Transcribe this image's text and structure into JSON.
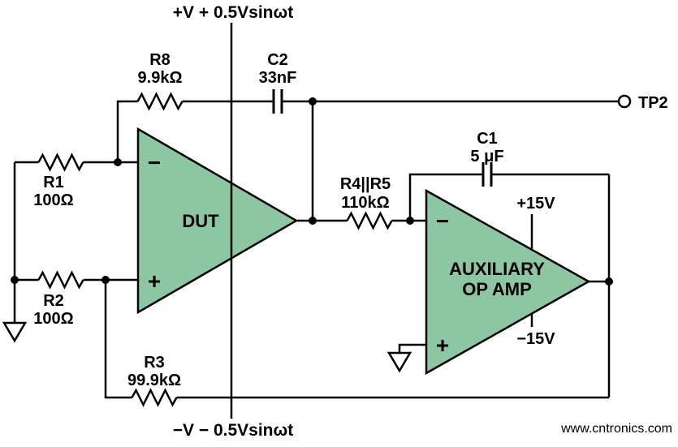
{
  "diagram": {
    "supply_top": "+V + 0.5Vsinωt",
    "supply_bottom": "−V − 0.5Vsinωt",
    "test_point": "TP2",
    "components": {
      "r1": {
        "name": "R1",
        "value": "100Ω"
      },
      "r2": {
        "name": "R2",
        "value": "100Ω"
      },
      "r3": {
        "name": "R3",
        "value": "99.9kΩ"
      },
      "r8": {
        "name": "R8",
        "value": "9.9kΩ"
      },
      "r45": {
        "name": "R4||R5",
        "value": "110kΩ"
      },
      "c1": {
        "name": "C1",
        "value": "5 μF"
      },
      "c2": {
        "name": "C2",
        "value": "33nF"
      },
      "dut": {
        "label": "DUT"
      },
      "aux": {
        "label_line1": "AUXILIARY",
        "label_line2": "OP AMP",
        "supply_pos": "+15V",
        "supply_neg": "−15V"
      }
    },
    "signs": {
      "minus": "−",
      "plus": "+"
    }
  },
  "colors": {
    "opamp_fill": "#8CC7A4",
    "wire": "#000000",
    "watermark_green": "#9CD69C",
    "background": "#FFFFFF"
  },
  "watermark": "www.cntronics.com"
}
